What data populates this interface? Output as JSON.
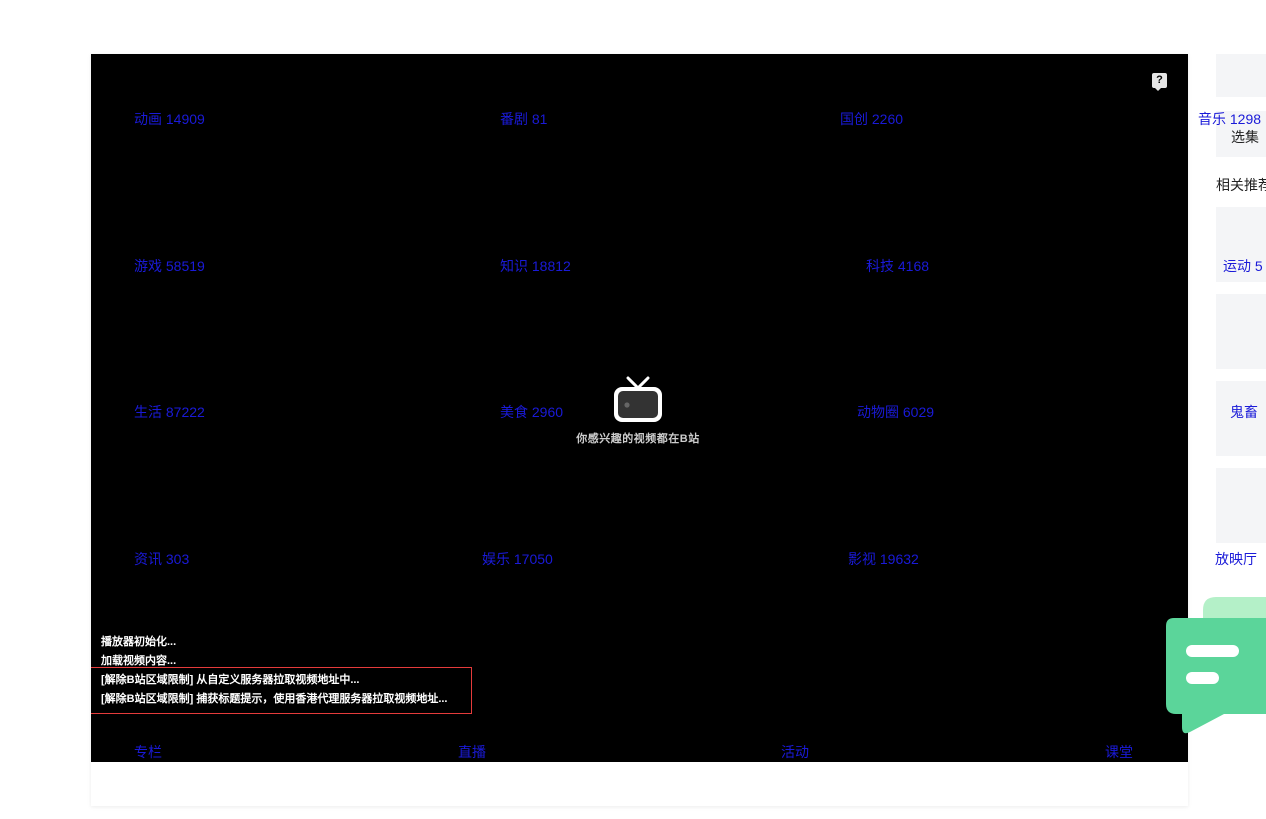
{
  "categories": {
    "row1": [
      "动画 14909",
      "番剧 81",
      "国创 2260",
      "音乐 1298"
    ],
    "row2": [
      "游戏 58519",
      "知识 18812",
      "科技 4168",
      "运动 5"
    ],
    "row3": [
      "生活 87222",
      "美食 2960",
      "动物圈 6029",
      "鬼畜 "
    ],
    "row4": [
      "资讯 303",
      "娱乐 17050",
      "影视 19632",
      "放映厅"
    ],
    "row5": [
      "专栏",
      "直播",
      "活动",
      "课堂"
    ]
  },
  "player": {
    "slogan": "你感兴趣的视频都在B站",
    "feedback_icon_glyph": "?",
    "logs": [
      "播放器初始化...",
      "加载视频内容...",
      "[解除B站区域限制] 从自定义服务器拉取视频地址中...",
      "[解除B站区域限制] 捕获标题提示，使用香港代理服务器拉取视频地址..."
    ]
  },
  "sidebar": {
    "episodes_label": "选集",
    "related_label": "相关推荐"
  },
  "icons": {
    "feedback": "feedback-icon",
    "tv": "bilibili-tv-icon",
    "chat": "chat-bubble-icon"
  },
  "colors": {
    "link": "#1a1ad8",
    "player_bg": "#000000",
    "chat_green": "#5bd59a",
    "chat_light": "#b4f0c8",
    "log_border": "#e53b3b"
  }
}
